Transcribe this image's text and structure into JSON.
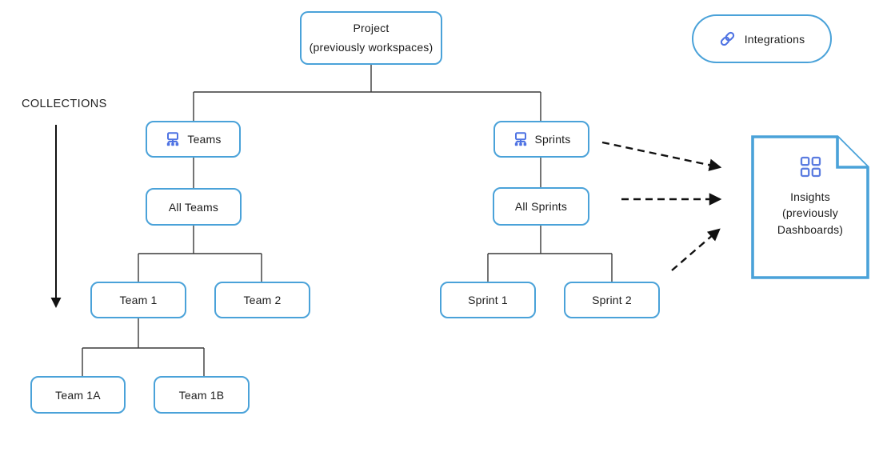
{
  "diagram": {
    "caption": "COLLECTIONS",
    "nodes": {
      "project": {
        "line1": "Project",
        "line2": "(previously workspaces)"
      },
      "integrations": {
        "label": "Integrations",
        "icon": "link-icon"
      },
      "teams": {
        "label": "Teams",
        "icon": "org-chart-icon"
      },
      "all_teams": {
        "label": "All Teams"
      },
      "team_1": {
        "label": "Team 1"
      },
      "team_2": {
        "label": "Team 2"
      },
      "team_1a": {
        "label": "Team 1A"
      },
      "team_1b": {
        "label": "Team 1B"
      },
      "sprints": {
        "label": "Sprints",
        "icon": "org-chart-icon"
      },
      "all_sprints": {
        "label": "All Sprints"
      },
      "sprint_1": {
        "label": "Sprint 1"
      },
      "sprint_2": {
        "label": "Sprint 2"
      },
      "insights": {
        "line1": "Insights",
        "line2": "(previously",
        "line3": "Dashboards)",
        "icon": "grid-icon"
      }
    },
    "colors": {
      "box_border": "#4aa2d9",
      "icon_blue": "#4f73e3",
      "grid_icon_blue": "#5b7ce0",
      "connector": "#3a3a3a",
      "arrow": "#111111",
      "text": "#1c1c1c"
    }
  }
}
